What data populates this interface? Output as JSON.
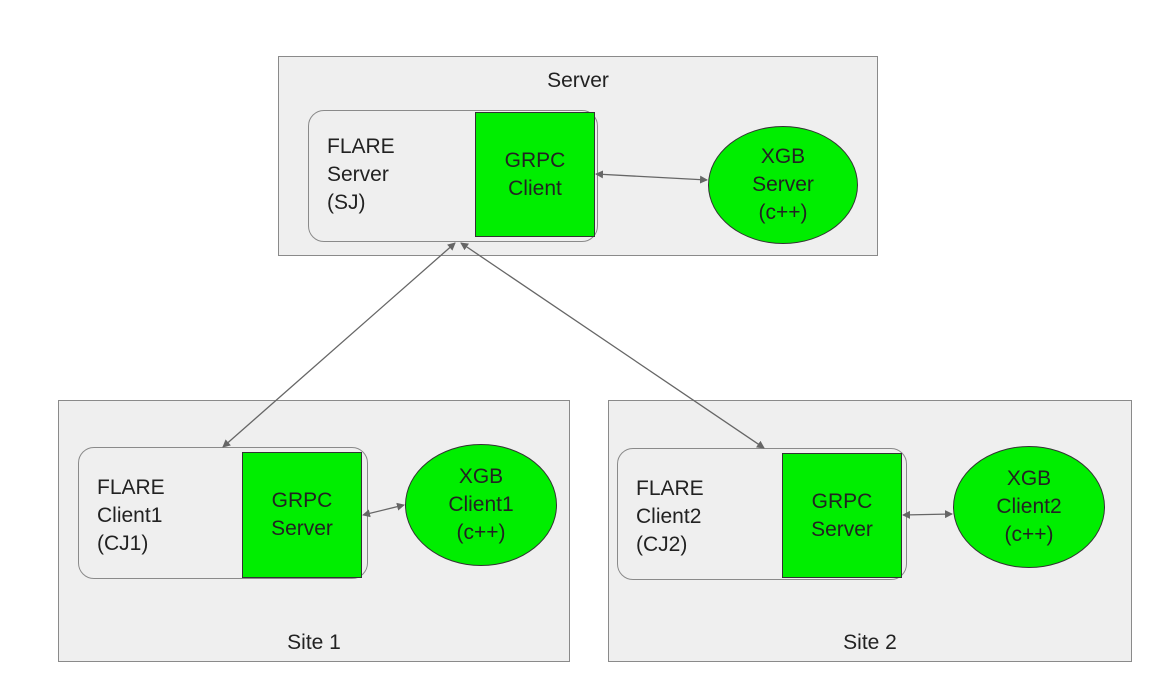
{
  "server": {
    "title": "Server",
    "flare": {
      "line1": "FLARE",
      "line2": "Server",
      "line3": "(SJ)"
    },
    "grpc": {
      "line1": "GRPC",
      "line2": "Client"
    },
    "xgb": {
      "line1": "XGB",
      "line2": "Server",
      "line3": "(c++)"
    }
  },
  "site1": {
    "title": "Site 1",
    "flare": {
      "line1": "FLARE",
      "line2": "Client1",
      "line3": "(CJ1)"
    },
    "grpc": {
      "line1": "GRPC",
      "line2": "Server"
    },
    "xgb": {
      "line1": "XGB",
      "line2": "Client1",
      "line3": "(c++)"
    }
  },
  "site2": {
    "title": "Site 2",
    "flare": {
      "line1": "FLARE",
      "line2": "Client2",
      "line3": "(CJ2)"
    },
    "grpc": {
      "line1": "GRPC",
      "line2": "Server"
    },
    "xgb": {
      "line1": "XGB",
      "line2": "Client2",
      "line3": "(c++)"
    }
  },
  "colors": {
    "component_fill": "#00ee00",
    "panel_fill": "#efefef",
    "connector": "#666666"
  }
}
